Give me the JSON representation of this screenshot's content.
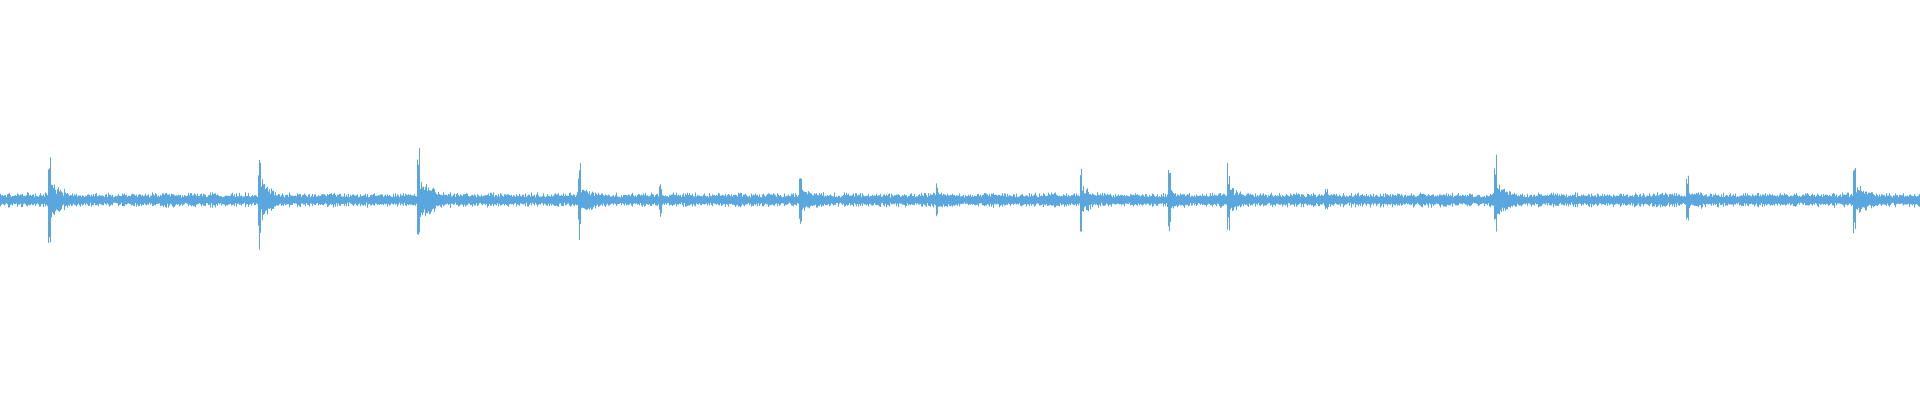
{
  "waveform": {
    "color": "#5aa6df",
    "background": "#ffffff",
    "baseline_amplitude": 0.04,
    "onsets": [
      {
        "time": 0.025,
        "peak": 0.29,
        "decay": 0.9
      },
      {
        "time": 0.134,
        "peak": 0.31,
        "decay": 0.8
      },
      {
        "time": 0.217,
        "peak": 0.33,
        "decay": 0.9
      },
      {
        "time": 0.301,
        "peak": 0.22,
        "decay": 1.1
      },
      {
        "time": 0.343,
        "peak": 0.1,
        "decay": 0.6
      },
      {
        "time": 0.416,
        "peak": 0.16,
        "decay": 1.6
      },
      {
        "time": 0.487,
        "peak": 0.13,
        "decay": 1.4
      },
      {
        "time": 0.562,
        "peak": 0.25,
        "decay": 0.7
      },
      {
        "time": 0.608,
        "peak": 0.19,
        "decay": 0.7
      },
      {
        "time": 0.639,
        "peak": 0.21,
        "decay": 1.0
      },
      {
        "time": 0.69,
        "peak": 0.09,
        "decay": 1.2
      },
      {
        "time": 0.778,
        "peak": 0.27,
        "decay": 0.9
      },
      {
        "time": 0.878,
        "peak": 0.17,
        "decay": 1.2
      },
      {
        "time": 0.965,
        "peak": 0.26,
        "decay": 0.9
      }
    ]
  }
}
